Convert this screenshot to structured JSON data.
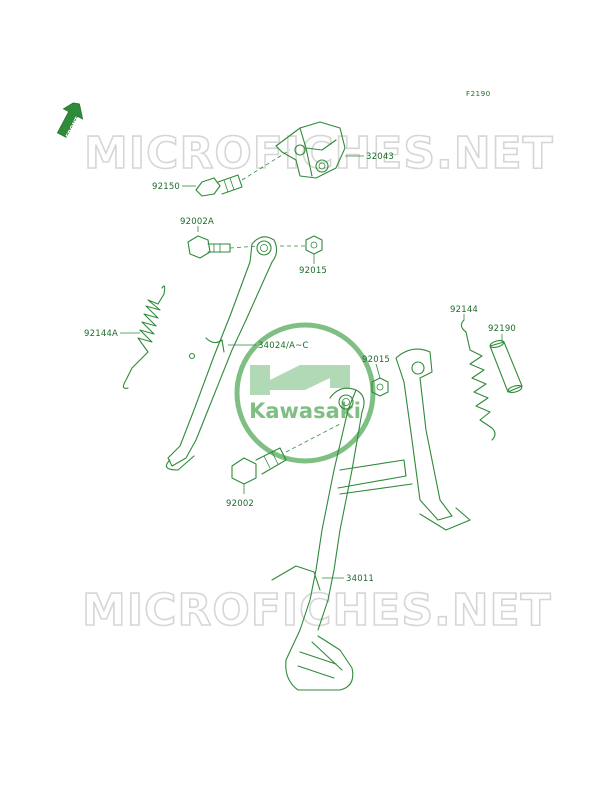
{
  "figure_code": "F2190",
  "front_arrow_label": "FRONT",
  "watermark_text": "MICROFICHES.NET",
  "logo_text": "Kawasaki",
  "colors": {
    "line": "#2f8a3a",
    "text": "#1e6b2a",
    "logo": "#7fbf84",
    "watermark": "#d6d6d6"
  },
  "parts": [
    {
      "id": "p32043",
      "number": "32043"
    },
    {
      "id": "p92150",
      "number": "92150"
    },
    {
      "id": "p92002A",
      "number": "92002A"
    },
    {
      "id": "p92015a",
      "number": "92015"
    },
    {
      "id": "p92144A",
      "number": "92144A"
    },
    {
      "id": "p34024",
      "number": "34024/A~C"
    },
    {
      "id": "p92144",
      "number": "92144"
    },
    {
      "id": "p92190",
      "number": "92190"
    },
    {
      "id": "p92015b",
      "number": "92015"
    },
    {
      "id": "p92002",
      "number": "92002"
    },
    {
      "id": "p34011",
      "number": "34011"
    }
  ]
}
